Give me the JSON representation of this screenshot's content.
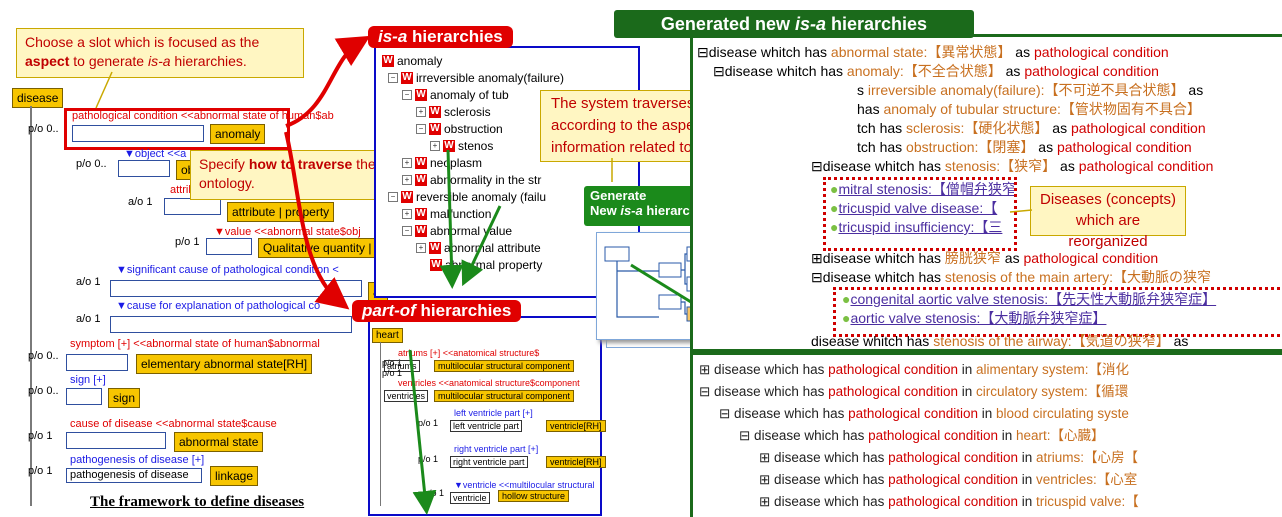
{
  "left": {
    "callout": {
      "pre": "Choose a slot which is focused as the ",
      "bold": "aspect",
      "mid": " to generate ",
      "ital": "is-a",
      "post": " hierarchies."
    },
    "root": "disease",
    "rows": [
      {
        "card": "p/o 0..",
        "slot": "pathological condition <<abnormal state of human$ab",
        "value": "anomaly"
      },
      {
        "card": "p/o 0..",
        "slot": "▼object <<a",
        "value": "obj"
      },
      {
        "card": "a/o 1",
        "slot": "attrib",
        "value": "attribute | property"
      },
      {
        "card": "p/o 1",
        "slot": "▼value <<abnormal state$obj",
        "value": "Qualitative quantity |"
      },
      {
        "card": "a/o 1",
        "slot": "▼significant cause of pathological condition <",
        "value": "a"
      },
      {
        "card": "a/o 1",
        "slot": "▼cause for explanation of pathological co",
        "value": ""
      },
      {
        "card": "p/o 0..",
        "slot": "symptom [+] <<abnormal state of human$abnormal",
        "value": "elementary abnormal state[RH]"
      },
      {
        "card": "p/o 0..",
        "slot": "sign [+]",
        "value": "sign"
      },
      {
        "card": "p/o 1",
        "slot": "cause of disease <<abnormal state$cause",
        "value": "abnormal state"
      },
      {
        "card": "p/o 1",
        "slot": "pathogenesis of disease [+]",
        "value": "linkage",
        "field": "pathogenesis of disease"
      }
    ],
    "traverse": {
      "pre": "Specify ",
      "bold": "how to traverse",
      "post": " the ontology."
    },
    "caption": "The framework to define diseases"
  },
  "isa_tree": {
    "label_ital": "is-a",
    "label_rest": " hierarchies",
    "items": [
      "anomaly",
      "irreversible anomaly(failure)",
      "anomaly of tub",
      "sclerosis",
      "obstruction",
      "stenos",
      "neoplasm",
      "abnormality in the str",
      "reversible anomaly (failu",
      "malfunction",
      "abnormal value",
      "abnormal attribute",
      "abnormal property"
    ]
  },
  "traverse_callout": [
    "The system traverses the ontology",
    "according to the aspect and collects",
    "information related to the slot."
  ],
  "generate": {
    "line1": "Generate",
    "line2_pre": "New ",
    "line2_ital": "is-a",
    "line2_post": " hierarchy"
  },
  "partof": {
    "label_ital": "part-of",
    "label_rest": " hierarchies",
    "root": "heart",
    "rows": [
      {
        "card": "p/o 1",
        "slot": "atriums [+] <<anatomical structure$",
        "field": "atriums",
        "value": "multilocular structural component"
      },
      {
        "card": "p/o 1",
        "slot": "ventricles <<anatomical structure$component",
        "field": "ventricles",
        "value": "multilocular structural component"
      },
      {
        "card": "p/o 1",
        "slot": "left ventricle part [+]",
        "field": "left ventricle part",
        "value": "ventricle[RH]"
      },
      {
        "card": "p/o 1",
        "slot": "right ventricle part [+]",
        "field": "right ventricle part",
        "value": "ventricle[RH]"
      },
      {
        "card": "p/o 1",
        "slot": "▼ventricle <<multilocular structural component$",
        "field": "ventricle",
        "value": "hollow structure"
      }
    ]
  },
  "generated": {
    "title_pre": "Generated new ",
    "title_ital": "is-a",
    "title_post": " hierarchies",
    "lines": [
      {
        "p": "⊟disease whitch has ",
        "s": "abnormal state:【異常状態】",
        "m": " as ",
        "c": "pathological condition"
      },
      {
        "p": "⊟disease whitch has ",
        "s": "anomaly:【不全合状態】",
        "m": " as ",
        "c": "pathological condition"
      },
      {
        "p": "s ",
        "s": "irreversible anomaly(failure):【不可逆不具合状態】",
        "m": " as",
        "c": ""
      },
      {
        "p": "has ",
        "s": "anomaly of tubular structure:【管状物固有不具合】",
        "m": "",
        "c": ""
      },
      {
        "p": "tch has ",
        "s": "sclerosis:【硬化状態】",
        "m": " as ",
        "c": "pathological condition"
      },
      {
        "p": "tch has ",
        "s": "obstruction:【閉塞】",
        "m": " as ",
        "c": "pathological condition"
      },
      {
        "p": "⊟disease whitch has ",
        "s": "stenosis:【狭窄】",
        "m": " as ",
        "c": "pathological condition"
      }
    ],
    "diseases1": [
      "mitral stenosis:【僧帽弁狭窄",
      "tricuspid valve disease:【",
      "tricuspid insufficiency:【三"
    ],
    "mid_lines": [
      {
        "p": "⊞disease whitch has ",
        "s": "膀胱狭窄",
        "m": " as ",
        "c": "pathological condition"
      },
      {
        "p": "⊟disease whitch has ",
        "s": "stenosis of the main artery:【大動脈の狭窄",
        "m": "",
        "c": ""
      }
    ],
    "diseases2": [
      "congenital aortic valve stenosis:【先天性大動脈弁狭窄症】",
      "aortic valve stenosis:【大動脈弁狭窄症】"
    ],
    "last": {
      "p": "disease whitch has ",
      "s": "stenosis of the airway:【気道の狭窄】",
      "m": " as",
      "c": ""
    },
    "reorg": [
      "Diseases (concepts)",
      "which are reorganized"
    ]
  },
  "bottom": {
    "lines": [
      {
        "p": "⊞ disease which has ",
        "c": "pathological condition",
        "m": " in ",
        "s": "alimentary system:【消化"
      },
      {
        "p": "⊟ disease which has ",
        "c": "pathological condition",
        "m": " in ",
        "s": "circulatory system:【循環"
      },
      {
        "p": "⊟ disease which has ",
        "c": "pathological condition",
        "m": " in ",
        "s": "blood circulating syste"
      },
      {
        "p": "⊟ disease which has ",
        "c": "pathological condition",
        "m": " in ",
        "s": "heart:【心臓】"
      },
      {
        "p": "⊞ disease which has ",
        "c": "pathological condition",
        "m": " in ",
        "s": "atriums:【心房【"
      },
      {
        "p": "⊞ disease which has ",
        "c": "pathological condition",
        "m": " in ",
        "s": "ventricles:【心室"
      },
      {
        "p": "⊞ disease which has ",
        "c": "pathological condition",
        "m": " in ",
        "s": "tricuspid valve:【"
      }
    ]
  }
}
